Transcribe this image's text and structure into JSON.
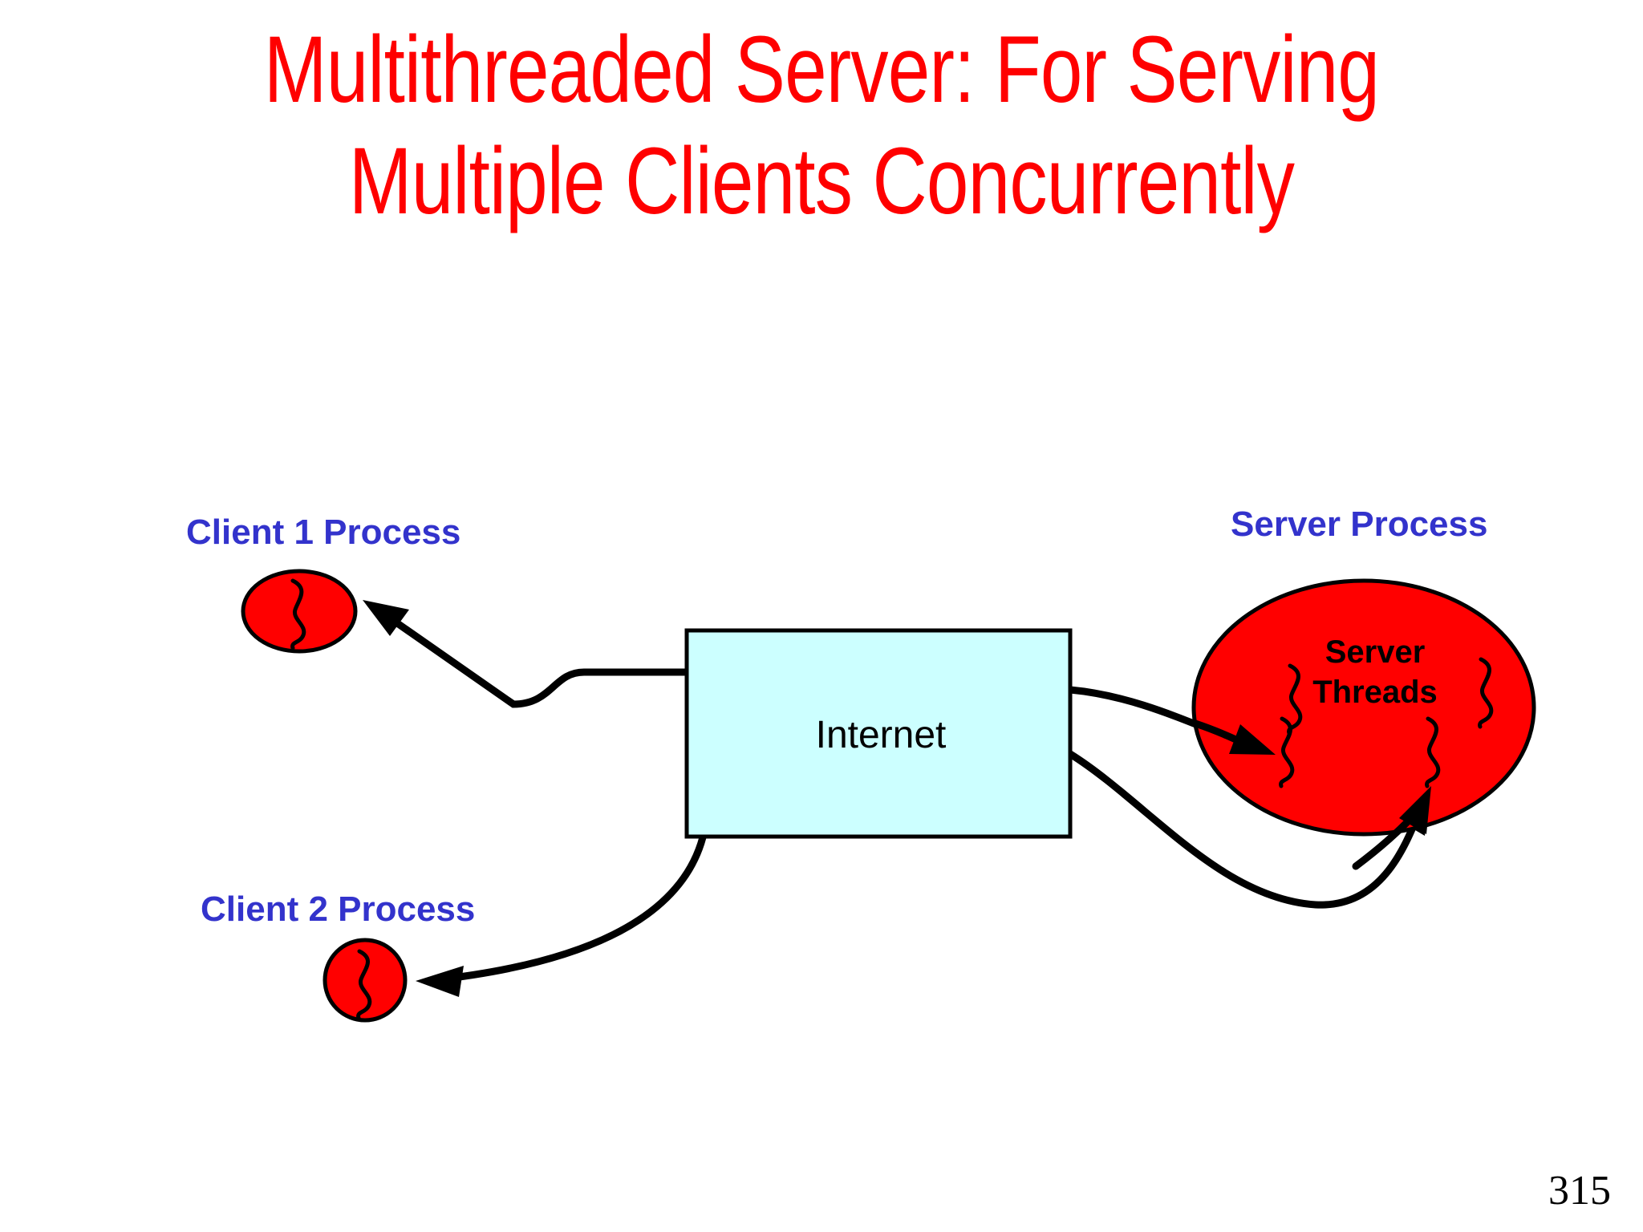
{
  "slide": {
    "title": "Multithreaded Server: For Serving\nMultiple Clients Concurrently",
    "title_color": "#ff0000",
    "background_color": "#ffffff",
    "page_number": "315"
  },
  "colors": {
    "title_red": "#ff0000",
    "label_blue": "#3333cc",
    "process_red": "#ff0000",
    "internet_cyan": "#ccffff",
    "outline_black": "#000000"
  },
  "diagram": {
    "type": "network-diagram",
    "labels": {
      "client1": "Client 1 Process",
      "client2": "Client 2 Process",
      "server": "Server Process"
    },
    "nodes": {
      "client1": {
        "label": "Client 1 Process",
        "shape": "ellipse",
        "fill": "#ff0000",
        "thread_count": 1
      },
      "client2": {
        "label": "Client 2 Process",
        "shape": "circle",
        "fill": "#ff0000",
        "thread_count": 1
      },
      "internet": {
        "label": "Internet",
        "shape": "rectangle",
        "fill": "#ccffff"
      },
      "server": {
        "label": "Server Process",
        "inner_text": "Server Threads",
        "inner_text_line1": "Server",
        "inner_text_line2": "Threads",
        "shape": "ellipse",
        "fill": "#ff0000",
        "thread_count": 4
      }
    },
    "connections": [
      {
        "from": "internet",
        "to": "client1",
        "arrow": "to-client1"
      },
      {
        "from": "internet",
        "to": "client2",
        "arrow": "to-client2"
      },
      {
        "from": "internet",
        "to": "server",
        "arrow": "to-server-thread-1"
      },
      {
        "from": "internet",
        "to": "server",
        "arrow": "to-server-thread-2"
      }
    ]
  }
}
